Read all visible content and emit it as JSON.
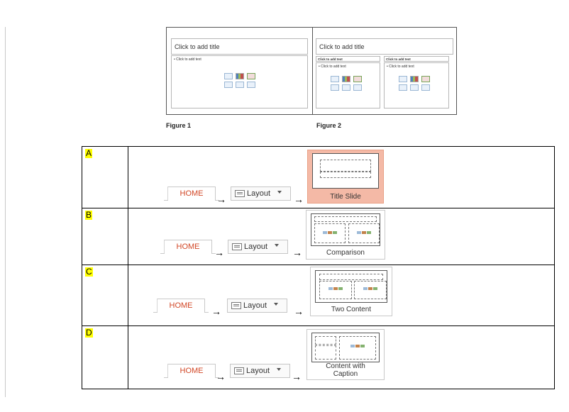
{
  "figures": [
    {
      "caption": "Figure 1",
      "title_placeholder": "Click to add title",
      "text_placeholder": "• Click to add text"
    },
    {
      "caption": "Figure 2",
      "title_placeholder": "Click to add title",
      "left_heading": "Click to add text",
      "left_text": "• Click to add text",
      "right_heading": "Click to add text",
      "right_text": "• Click to add text"
    }
  ],
  "options": [
    {
      "letter": "A",
      "home_label": "HOME",
      "layout_label": "Layout",
      "arrow": "→",
      "result_label": "Title Slide",
      "selected": true
    },
    {
      "letter": "B",
      "home_label": "HOME",
      "layout_label": "Layout",
      "arrow": "→",
      "result_label": "Comparison",
      "selected": false
    },
    {
      "letter": "C",
      "home_label": "HOME",
      "layout_label": "Layout",
      "arrow": "→",
      "result_label": "Two Content",
      "selected": false
    },
    {
      "letter": "D",
      "home_label": "HOME",
      "layout_label": "Layout",
      "arrow": "→",
      "result_label_line1": "Content with",
      "result_label_line2": "Caption",
      "selected": false
    }
  ],
  "colors": {
    "home_text": "#d24726",
    "selected_thumb": "#f4b9a6",
    "letter_highlight": "#ffff00"
  },
  "icons": [
    "insert-table-icon",
    "insert-chart-icon",
    "insert-smartart-icon",
    "insert-picture-icon",
    "online-pictures-icon",
    "insert-video-icon"
  ]
}
